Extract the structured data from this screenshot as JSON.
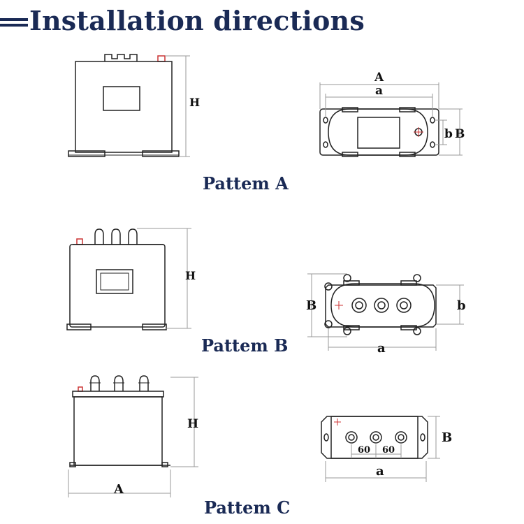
{
  "title": "Installation directions",
  "colors": {
    "title": "#1a2a55",
    "line": "#222222",
    "dim": "#9a9a9a",
    "accent": "#cc3333"
  },
  "patterns": [
    {
      "caption": "Pattem A",
      "front_labels": {
        "height": "H"
      },
      "top_labels": {
        "A": "A",
        "a": "a",
        "b": "b",
        "B": "B"
      }
    },
    {
      "caption": "Pattem B",
      "front_labels": {
        "height": "H"
      },
      "top_labels": {
        "B": "B",
        "b": "b",
        "a": "a"
      }
    },
    {
      "caption": "Pattem C",
      "front_labels": {
        "height": "H",
        "width": "A"
      },
      "top_labels": {
        "B": "B",
        "a": "a",
        "pitch1": "60",
        "pitch2": "60"
      }
    }
  ]
}
